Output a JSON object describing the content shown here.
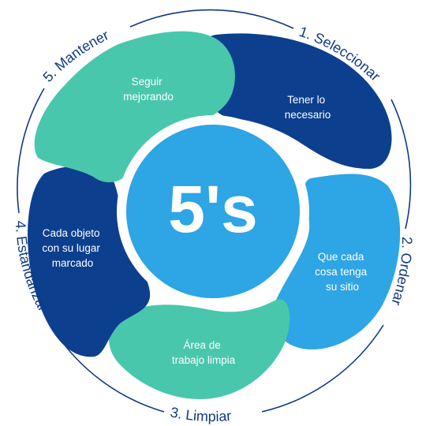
{
  "center": {
    "label": "5's"
  },
  "steps": [
    {
      "label": "1. Seleccionar",
      "description": [
        "Tener lo",
        "necesario"
      ]
    },
    {
      "label": "2. Ordenar",
      "description": [
        "Que cada",
        "cosa tenga",
        "su sitio"
      ]
    },
    {
      "label": "3. Limpiar",
      "description": [
        "Área de",
        "trabajo limpia"
      ]
    },
    {
      "label": "4. Estandarizar",
      "description": [
        "Cada objeto",
        "con su lugar",
        "marcado"
      ]
    },
    {
      "label": "5. Mantener",
      "description": [
        "Seguir",
        "mejorando"
      ]
    }
  ],
  "colors": {
    "ring": "#0f3a82",
    "navy": "#0c3f8e",
    "sky": "#2ea5e4",
    "teal": "#48c7ad",
    "center": "#2ea5e4",
    "text": "#ffffff"
  }
}
